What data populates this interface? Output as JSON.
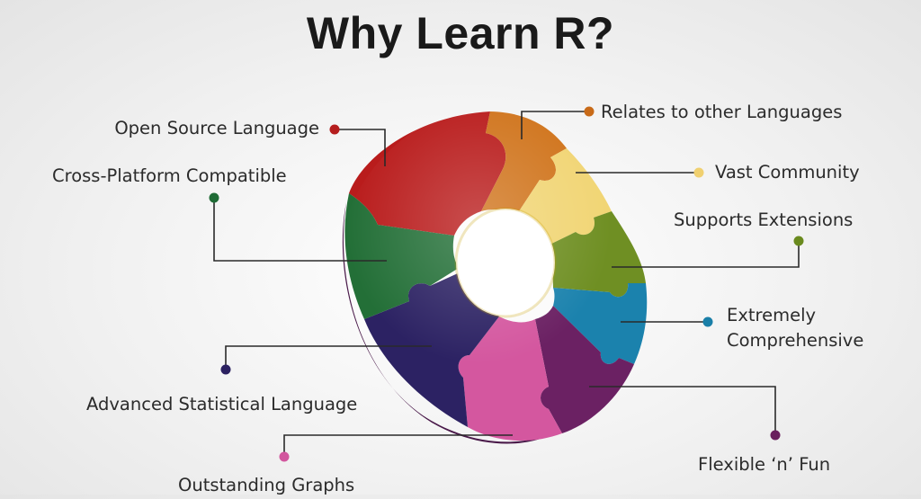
{
  "title": "Why Learn R?",
  "features": [
    {
      "label": "Open Source Language",
      "color": "#b51d1d"
    },
    {
      "label": "Cross-Platform Compatible",
      "color": "#1f6b35"
    },
    {
      "label": "Advanced Statistical Language",
      "color": "#2b2060"
    },
    {
      "label": "Outstanding Graphs",
      "color": "#d2569e"
    },
    {
      "label": "Relates to other Languages",
      "color": "#c86a18"
    },
    {
      "label": "Vast Community",
      "color": "#f0d070"
    },
    {
      "label": "Supports Extensions",
      "color": "#6a8a1e"
    },
    {
      "label": "Extremely",
      "label2": "Comprehensive",
      "color": "#1a7fa8"
    },
    {
      "label": "Flexible ‘n’ Fun",
      "color": "#6a1f5e"
    }
  ]
}
